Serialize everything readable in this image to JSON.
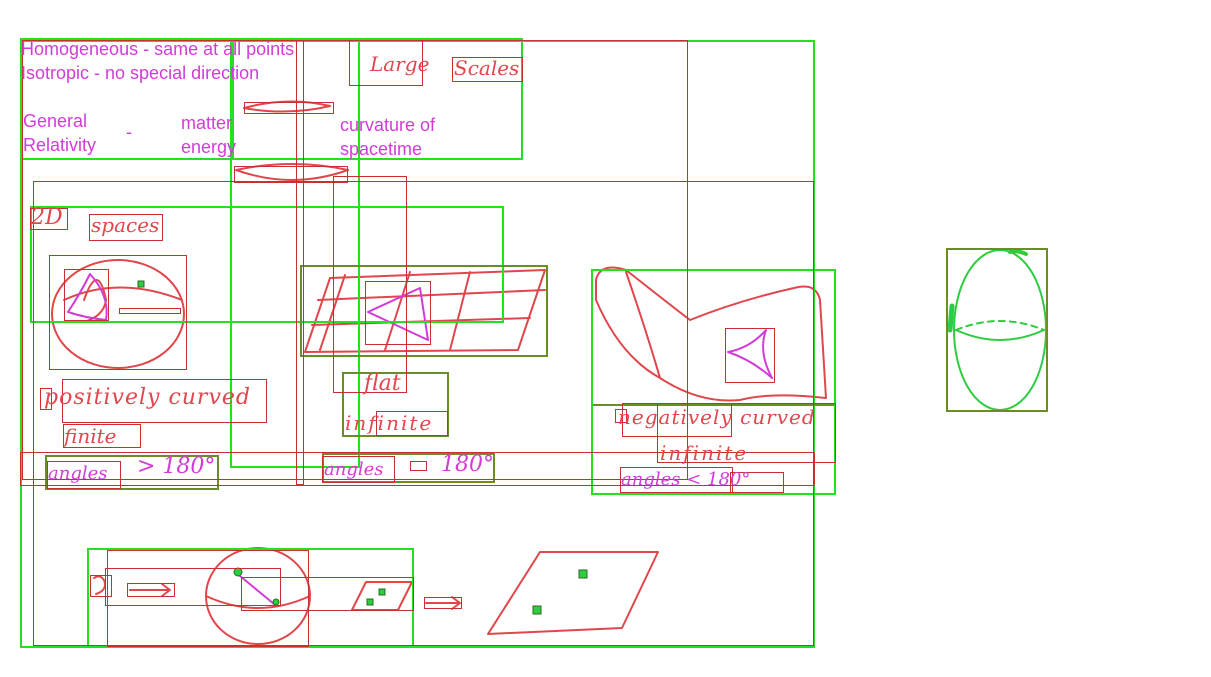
{
  "colors": {
    "ink_red": "#e0474c",
    "ink_magenta": "#d23cd6",
    "box_green": "#25e01f",
    "box_olive": "#6a8d25",
    "box_red": "#c7302e",
    "marker_green": "#2ecc40"
  },
  "typed_notes": {
    "homogeneous": "Homogeneous - same at all points",
    "isotropic": "Isotropic - no special direction",
    "general": "General",
    "relativity": "Relativity",
    "dash": "-",
    "matter": "matter",
    "energy": "energy",
    "curvature_of": "curvature of",
    "spacetime": "spacetime"
  },
  "handwriting": {
    "large": "Large",
    "scales": "Scales",
    "two_d": "2D",
    "spaces": "spaces",
    "positively_curved": "positively curved",
    "finite": "finite",
    "angles_gt": "angles",
    "gt_180": "> 180°",
    "flat": "flat",
    "infinite": "infinite",
    "angles_eq": "angles",
    "eq_180": "180°",
    "negatively_curved": "negatively curved",
    "neg_infinite": "infinite",
    "angles_lt": "angles < 180°"
  }
}
